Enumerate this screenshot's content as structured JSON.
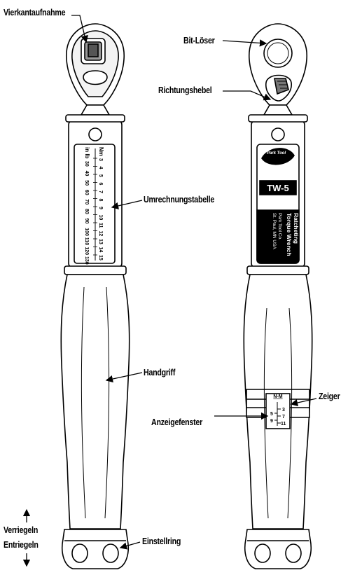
{
  "labels": {
    "square_drive": "Vierkantaufnahme",
    "bit_release": "Bit-Löser",
    "direction_lever": "Richtungshebel",
    "conversion_table": "Umrechnungstabelle",
    "handle": "Handgriff",
    "pointer": "Zeiger",
    "display_window": "Anzeigefenster",
    "lock": "Verriegeln",
    "unlock": "Entriegeln",
    "adjust_ring": "Einstellring"
  },
  "scale": {
    "nm_unit": "Nm",
    "inlb_unit": "in lb",
    "nm_values": [
      "3",
      "4",
      "5",
      "6",
      "7",
      "8",
      "9",
      "10",
      "11",
      "12",
      "13",
      "14",
      "15"
    ],
    "inlb_values": [
      "30",
      "40",
      "50",
      "60",
      "70",
      "80",
      "90",
      "100",
      "110",
      "120",
      "130"
    ]
  },
  "brand_plate": {
    "logo_text": "Park Tool",
    "model": "TW-5",
    "line1": "Ratcheting",
    "line2": "Torque Wrench",
    "line3": "Park Tool Co.",
    "line4": "St. Paul, MN USA"
  },
  "window": {
    "unit": "N-M",
    "left_values": [
      "5",
      "9"
    ],
    "right_values": [
      "3",
      "7",
      "11"
    ]
  }
}
